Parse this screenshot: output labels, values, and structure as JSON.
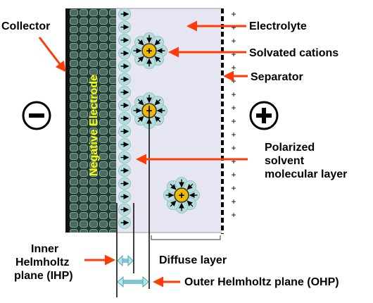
{
  "labels": {
    "collector": "Collector",
    "electrolyte": "Electrolyte",
    "solvated_cations": "Solvated cations",
    "separator": "Separator",
    "polarized_1": "Polarized",
    "polarized_2": "solvent",
    "polarized_3": "molecular layer",
    "negative_electrode": "Negative Electrode",
    "ihp_1": "Inner",
    "ihp_2": "Helmholtz",
    "ihp_3": "plane (IHP)",
    "ohp": "Outer Helmholtz plane (OHP)",
    "diffuse": "Diffuse layer",
    "minus_sign": "−",
    "plus_sign": "+",
    "cation_sign": "+",
    "separator_plus": "+"
  },
  "colors": {
    "arrow": "#ff3b0a",
    "electrode_text": "#ffff00",
    "cation_fill": "#f0b800",
    "solvent_fill": "#b6dede",
    "electrolyte_bg": "#e6e6f3",
    "electrode_bg": "#1e3b31"
  },
  "icons": {
    "negative_terminal": "minus-circle-icon",
    "positive_terminal": "plus-circle-icon"
  }
}
